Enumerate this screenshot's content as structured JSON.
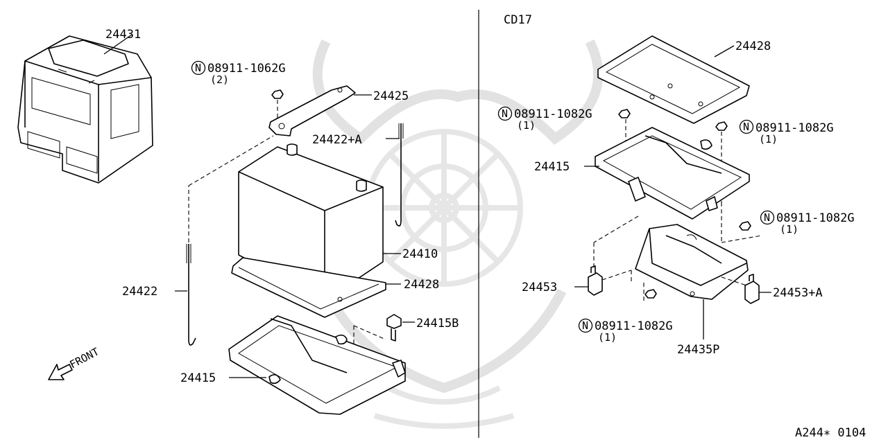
{
  "diagram": {
    "variant_label": "CD17",
    "figure_code": "A244∗ 0104",
    "front_label": "FRONT",
    "left_parts": {
      "battery_cover": "24431",
      "bracket": "24425",
      "rod_a": "24422+A",
      "battery": "24410",
      "tray_pad": "24428",
      "rod": "24422",
      "bolt": "24415B",
      "tray": "24415"
    },
    "left_nut": {
      "symbol": "N",
      "number": "08911-1062G",
      "qty": "(2)"
    },
    "right_parts": {
      "tray_pad": "24428",
      "tray": "24415",
      "clip": "24453",
      "clip_a": "24453+A",
      "support": "24435P"
    },
    "right_nuts": [
      {
        "symbol": "N",
        "number": "08911-1082G",
        "qty": "(1)"
      },
      {
        "symbol": "N",
        "number": "08911-1082G",
        "qty": "(1)"
      },
      {
        "symbol": "N",
        "number": "08911-1082G",
        "qty": "(1)"
      },
      {
        "symbol": "N",
        "number": "08911-1082G",
        "qty": "(1)"
      }
    ]
  }
}
